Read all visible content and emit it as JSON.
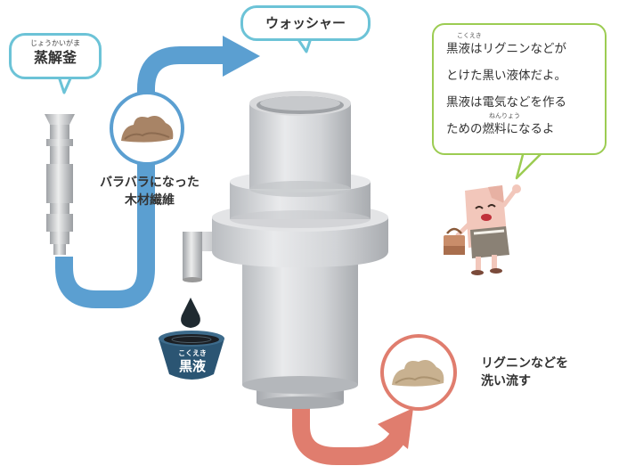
{
  "digester": {
    "ruby": "じょうかいがま",
    "label": "蒸解釜"
  },
  "washer": {
    "label": "ウォッシャー"
  },
  "fiber_label": {
    "line1": "バラバラになった",
    "line2": "木材繊維"
  },
  "black_liquor": {
    "ruby": "こくえき",
    "label": "黒液"
  },
  "wash_label": {
    "line1": "リグニンなどを",
    "line2": "洗い流す"
  },
  "speech": {
    "ruby1": "こくえき",
    "line1": "黒液はリグニンなどが",
    "line2": "とけた黒い液体だよ。",
    "line3": "黒液は電気などを作る",
    "ruby2": "ねんりょう",
    "line4": "ための燃料になるよ"
  },
  "colors": {
    "blue_arrow": "#5b9fd1",
    "red_arrow": "#e07d6e",
    "callout_border": "#6cc3d7",
    "bubble_border": "#9ccc52",
    "liquor": "#2b5573"
  }
}
